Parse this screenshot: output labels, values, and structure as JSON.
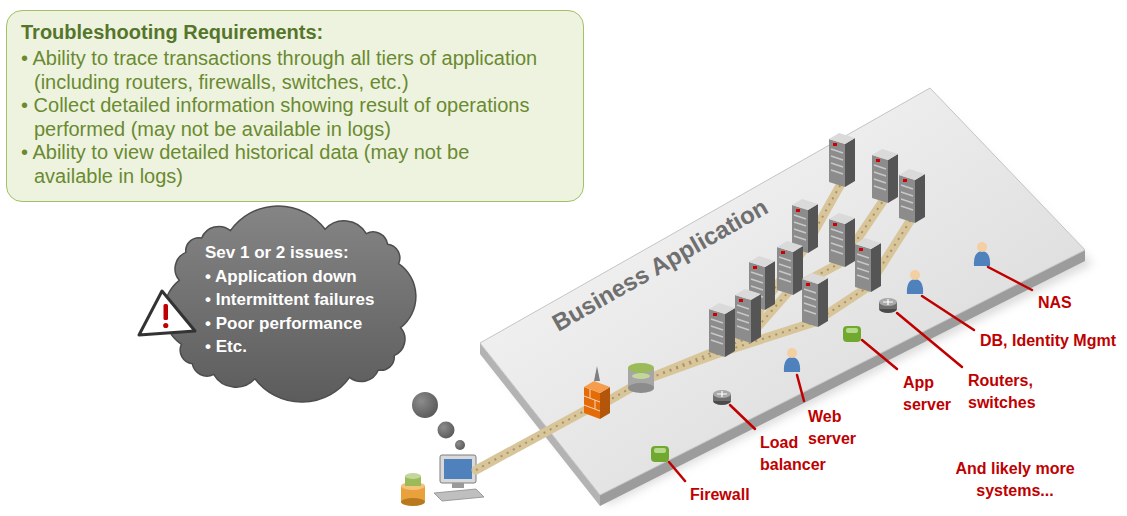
{
  "diagram": {
    "nodes": [
      {
        "text": [
          "Troubleshooting Requirements:",
          "• Ability to trace transactions through all tiers of application (including routers, firewalls, switches, etc.)",
          "• Collect detailed information showing result of operations performed (may not be available in logs)",
          "• Ability to view detailed historical data (may not be available in logs)"
        ]
      },
      {
        "text": [
          "Sev 1 or 2 issues:",
          "• Application down",
          "• Intermittent failures",
          "• Poor performance",
          "• Etc."
        ]
      }
    ],
    "labels": [
      "Business Application",
      "Firewall",
      "Load balancer",
      "Web server",
      "App server",
      "Routers, switches",
      "DB, Identity Mgmt",
      "NAS",
      "And likely more systems..."
    ]
  }
}
